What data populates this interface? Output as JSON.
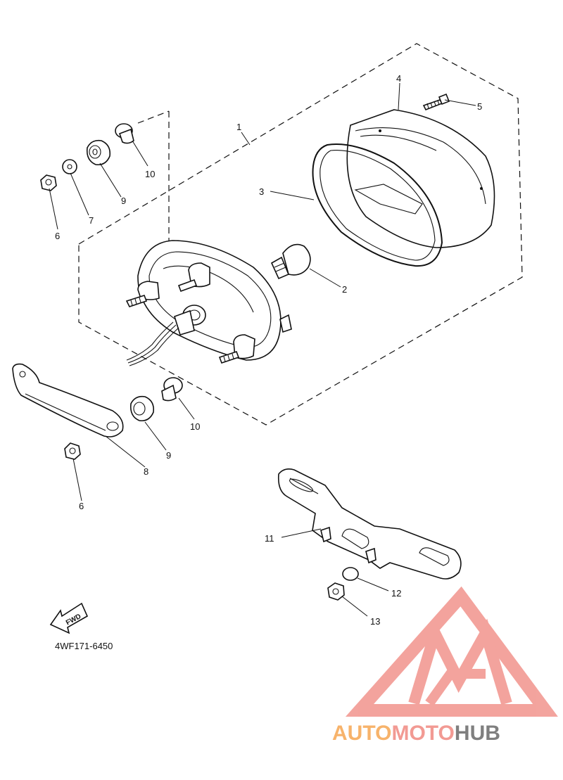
{
  "diagram": {
    "code": "4WF171-6450",
    "direction_badge": "FWD",
    "callouts": [
      "1",
      "2",
      "3",
      "4",
      "5",
      "6",
      "6",
      "7",
      "8",
      "9",
      "9",
      "10",
      "10",
      "11",
      "12",
      "13"
    ]
  },
  "watermark": {
    "part1": "AUTO",
    "part2": "MOTO",
    "part3": "HUB",
    "color_light": "#f7b36b",
    "color_red": "#f29a93",
    "color_gray": "#7f7f7f"
  },
  "icons": [
    "fwd-arrow-icon",
    "watermark-logo-icon"
  ]
}
